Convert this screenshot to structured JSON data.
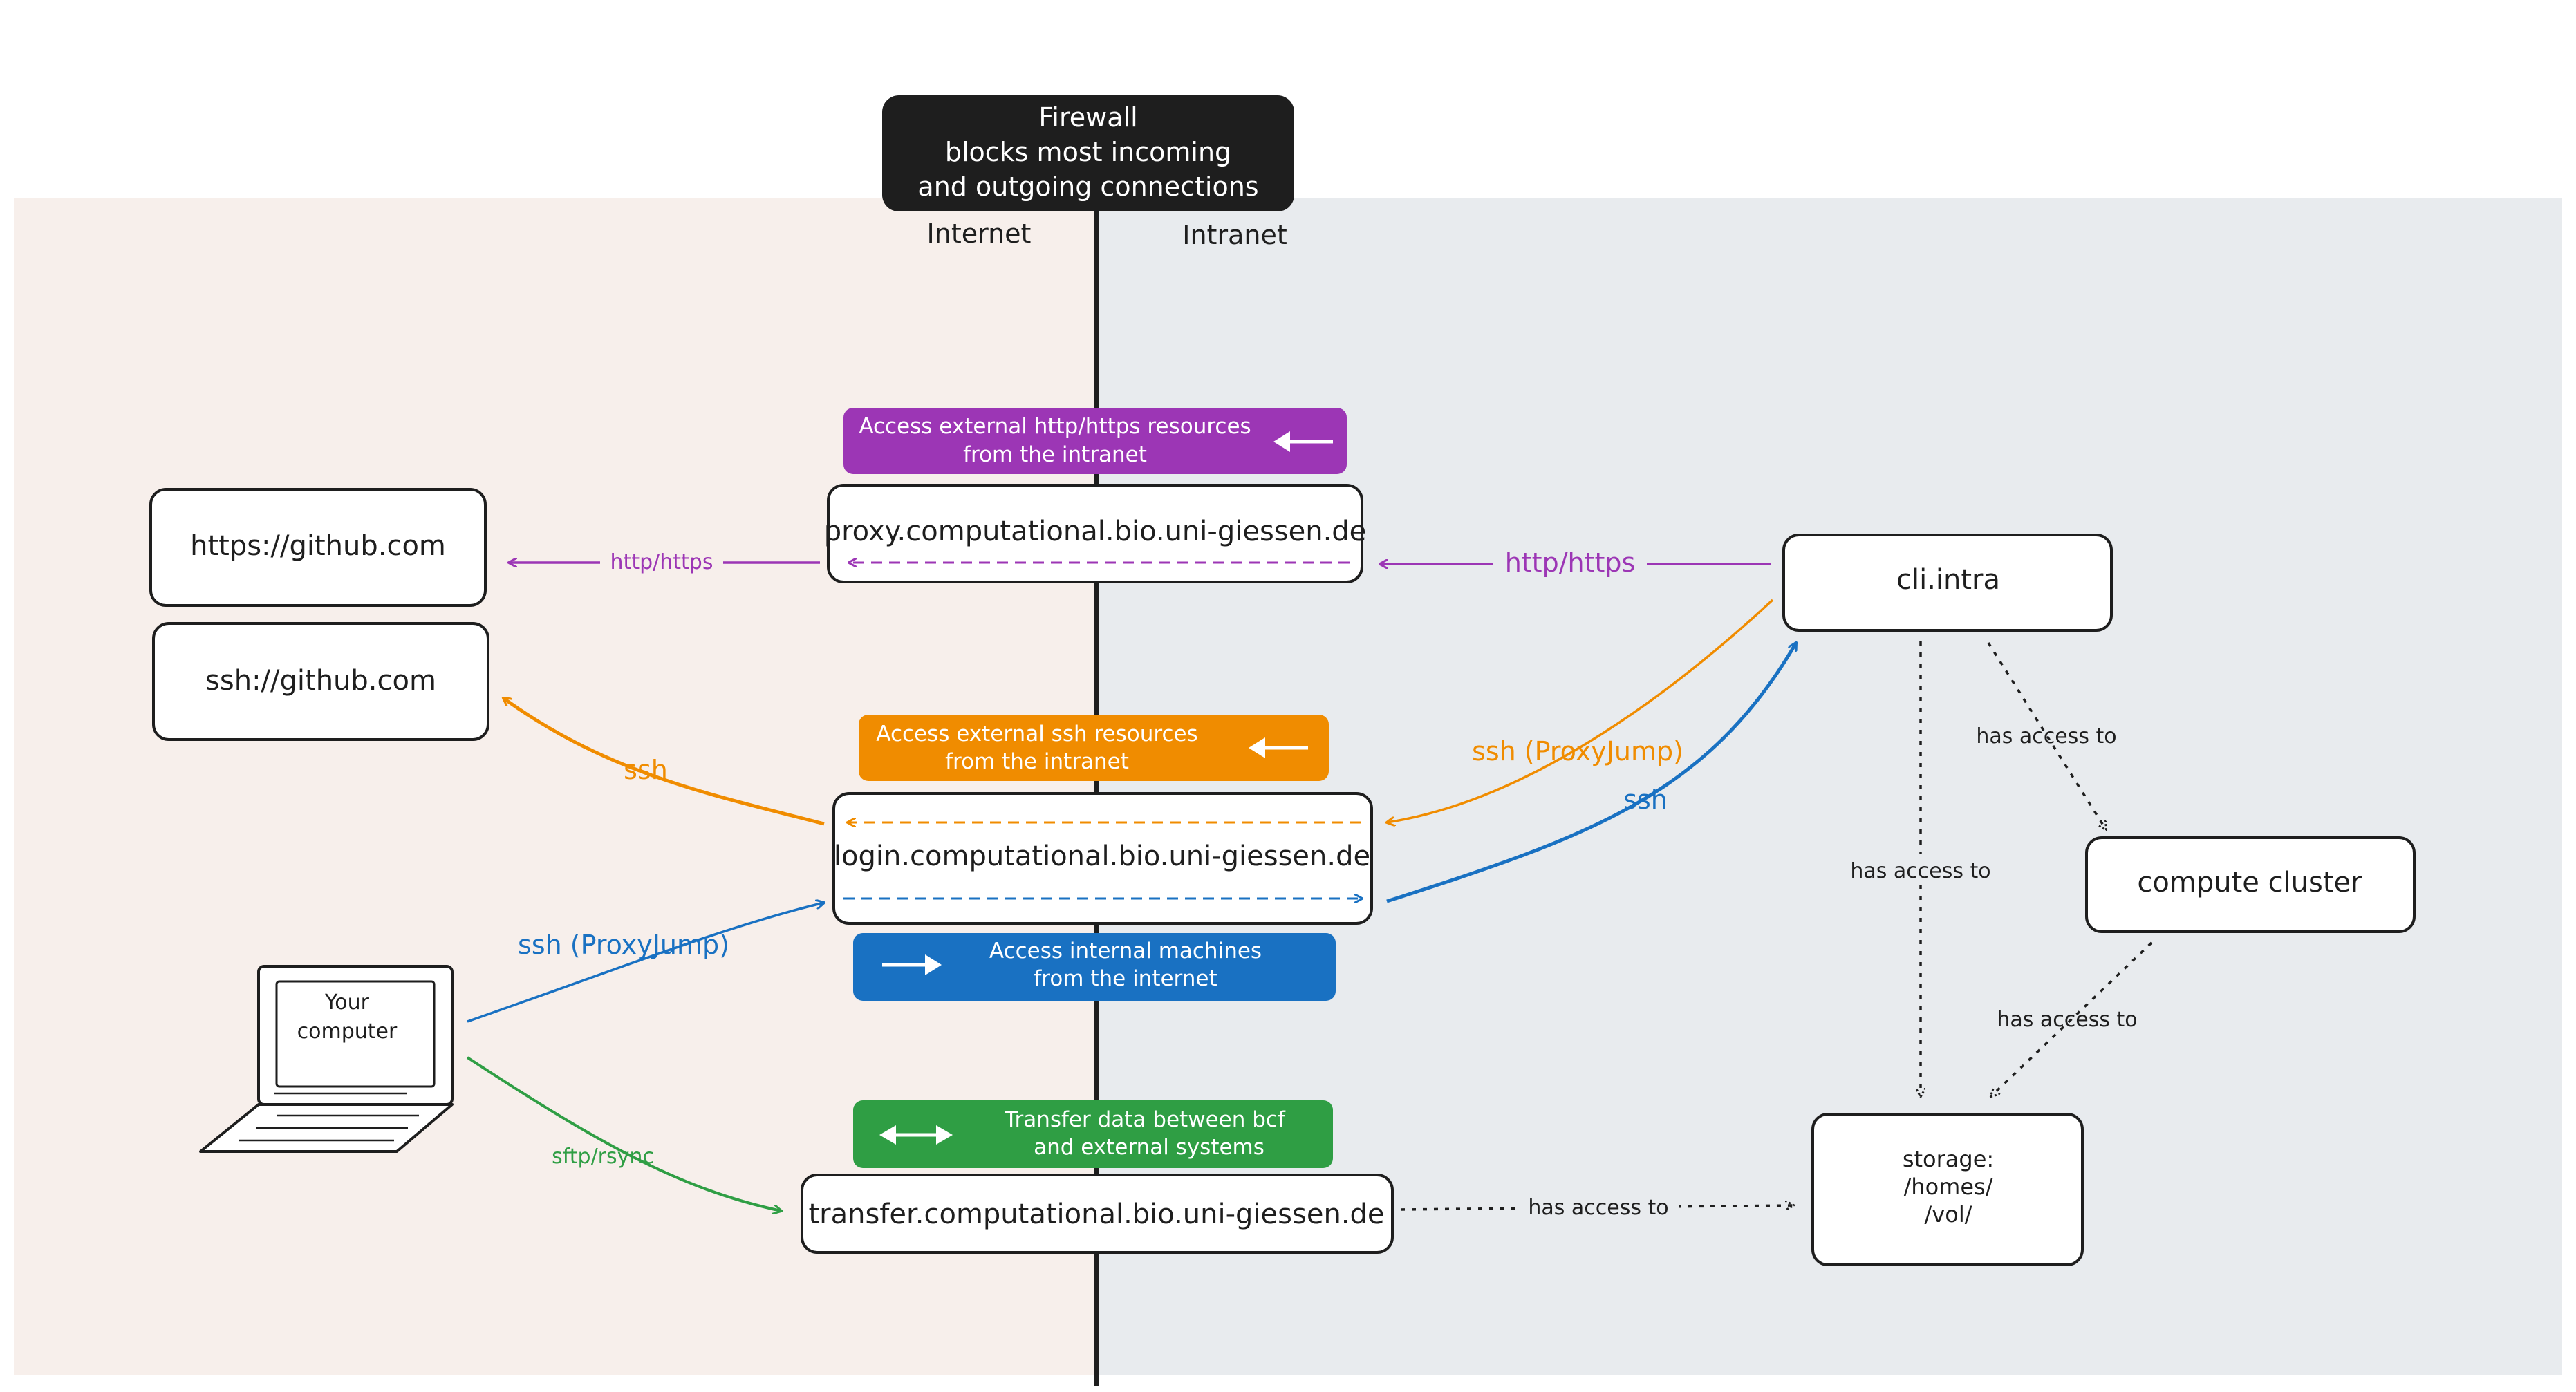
{
  "zones": {
    "internet_label": "Internet",
    "intranet_label": "Intranet"
  },
  "firewall": {
    "lines": [
      "Firewall",
      "blocks most incoming",
      "and outgoing connections"
    ]
  },
  "nodes": {
    "github_https": "https://github.com",
    "github_ssh": "ssh://github.com",
    "proxy": "proxy.computational.bio.uni-giessen.de",
    "login": "login.computational.bio.uni-giessen.de",
    "transfer": "transfer.computational.bio.uni-giessen.de",
    "cli": "cli.intra",
    "cluster": "compute cluster",
    "storage": [
      "storage:",
      "/homes/",
      "/vol/"
    ],
    "computer": [
      "Your",
      "computer"
    ]
  },
  "banners": {
    "proxy": [
      "Access external http/https resources",
      "from the intranet"
    ],
    "login_out": [
      "Access external ssh resources",
      "from the intranet"
    ],
    "login_in": [
      "Access internal machines",
      "from the internet"
    ],
    "transfer": [
      "Transfer data between bcf",
      "and external systems"
    ]
  },
  "edge_labels": {
    "proxy_github": "http/https",
    "cli_proxy": "http/https",
    "login_github": "ssh",
    "cli_login": "ssh (ProxyJump)",
    "login_cli": "ssh",
    "computer_login": "ssh (ProxyJump)",
    "computer_transfer": "sftp/rsync",
    "cli_cluster": "has access to",
    "cli_storage": "has access to",
    "cluster_storage": "has access to",
    "transfer_storage": "has access to"
  },
  "colors": {
    "internet_bg": "#f7efeb",
    "intranet_bg": "#e8ebee",
    "purple": "#9c36b5",
    "orange": "#f08c00",
    "blue": "#1971c2",
    "green": "#2f9e44",
    "dark": "#1e1e1e"
  }
}
